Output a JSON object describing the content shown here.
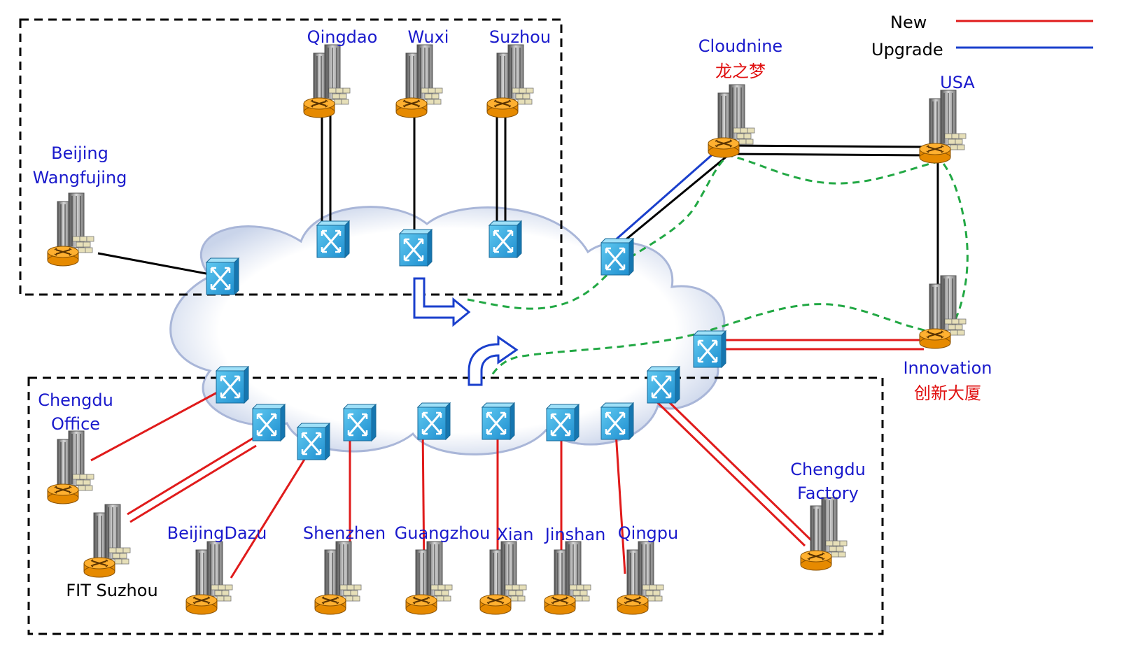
{
  "legend": {
    "new_label": "New",
    "upgrade_label": "Upgrade",
    "new_color": "#e01b1b",
    "upgrade_color": "#1a3fcc"
  },
  "colors": {
    "label_blue": "#1a1acc",
    "label_red": "#e01010",
    "backup_path": "#22a844"
  },
  "sites": {
    "qingdao": "Qingdao",
    "wuxi": "Wuxi",
    "suzhou": "Suzhou",
    "beijing_wangfujing_1": "Beijing",
    "beijing_wangfujing_2": "Wangfujing",
    "cloudnine": "Cloudnine",
    "cloudnine_cn": "龙之梦",
    "usa": "USA",
    "innovation": "Innovation",
    "innovation_cn": "创新大厦",
    "chengdu_office_1": "Chengdu",
    "chengdu_office_2": "Office",
    "fit_suzhou": "FIT Suzhou",
    "beijing_dazu": "BeijingDazu",
    "shenzhen": "Shenzhen",
    "guangzhou": "Guangzhou",
    "xian": "Xian",
    "jinshan": "Jinshan",
    "qingpu": "Qingpu",
    "chengdu_factory_1": "Chengdu",
    "chengdu_factory_2": "Factory"
  },
  "icons": {
    "site": "building-router-icon",
    "switch": "network-switch-icon",
    "wan": "cloud-icon",
    "arrow": "direction-arrow-icon"
  }
}
